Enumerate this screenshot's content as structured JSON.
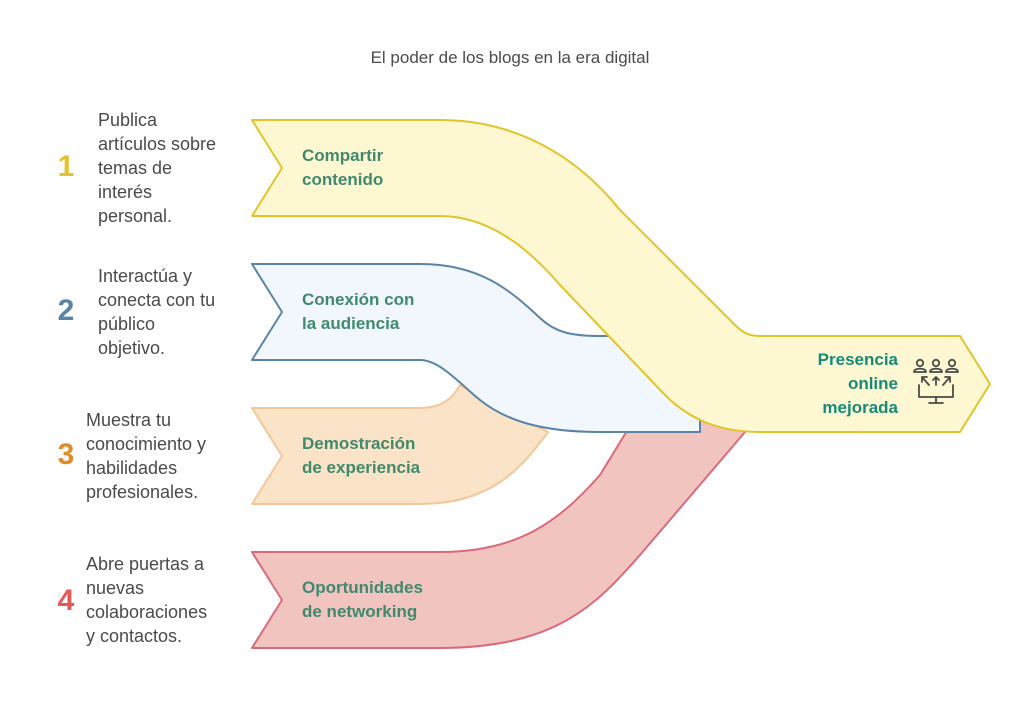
{
  "title": "El poder de los blogs en la era digital",
  "steps": [
    {
      "number": "1",
      "description": [
        "Publica",
        "artículos sobre",
        "temas de",
        "interés",
        "personal."
      ],
      "label": [
        "Compartir",
        "contenido"
      ],
      "color": "#e2c42a",
      "fill": "#fdf8d2",
      "stroke": "#e2c42a"
    },
    {
      "number": "2",
      "description": [
        "Interactúa y",
        "conecta con tu",
        "público",
        "objetivo."
      ],
      "label": [
        "Conexión con",
        "la audiencia"
      ],
      "color": "#5a84a6",
      "fill": "#f1f7fc",
      "stroke": "#5a84a6"
    },
    {
      "number": "3",
      "description": [
        "Muestra tu",
        "conocimiento y",
        "habilidades",
        "profesionales."
      ],
      "label": [
        "Demostración",
        "de experiencia"
      ],
      "color": "#e08a2c",
      "fill": "#fae3c6",
      "stroke": "#f2c89a"
    },
    {
      "number": "4",
      "description": [
        "Abre puertas a",
        "nuevas",
        "colaboraciones",
        "y contactos."
      ],
      "label": [
        "Oportunidades",
        "de networking"
      ],
      "color": "#e25a55",
      "fill": "#f1c4c0",
      "stroke": "#d96a7c"
    }
  ],
  "result": {
    "label": [
      "Presencia",
      "online",
      "mejorada"
    ],
    "icon": "audience-monitor-icon",
    "fill": "#fdf8d2",
    "stroke": "#e2c42a"
  }
}
